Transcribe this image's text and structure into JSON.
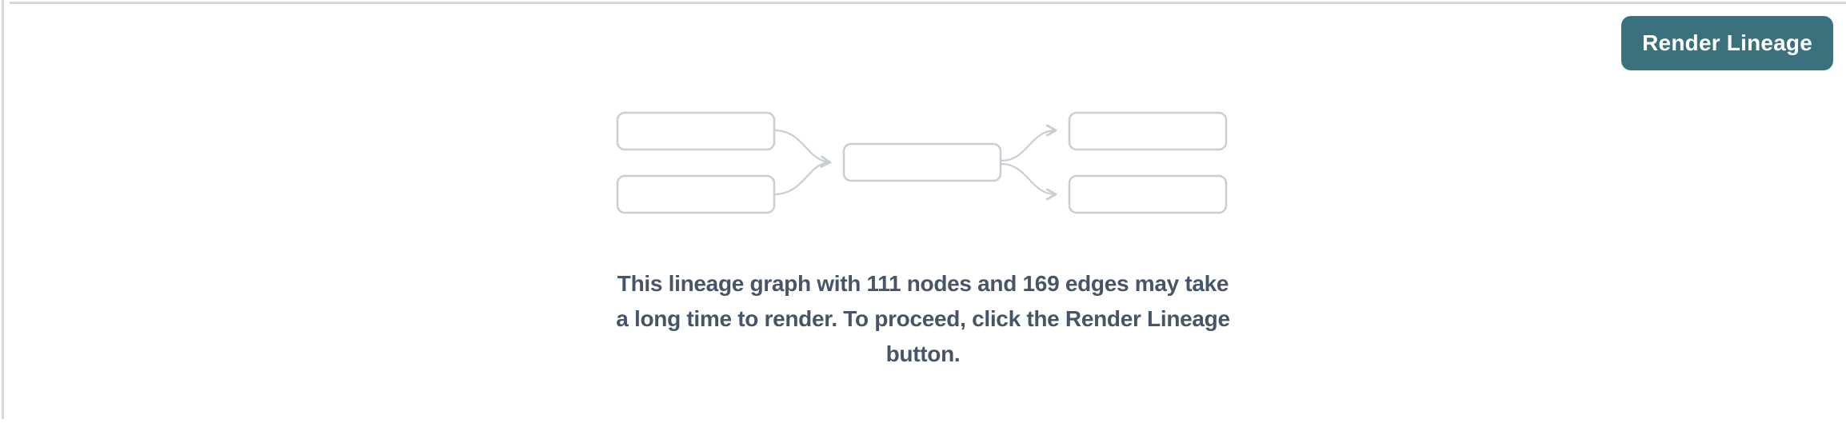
{
  "colors": {
    "page_bg": "#ffffff",
    "panel_border": "#d8d8dc",
    "accent_teal": "#3a717c",
    "button_text": "#ffffff",
    "message_text": "#475569",
    "illustration_stroke": "#c9cdd6",
    "illustration_fill": "#ffffff"
  },
  "toolbar": {
    "render_lineage_label": "Render Lineage"
  },
  "empty_state": {
    "node_count": "111",
    "edge_count": "169",
    "message_lines": [
      "This lineage graph with 111 nodes and 169 edges may take",
      "a long time to render. To proceed, click the Render Lineage",
      "button."
    ],
    "illustration": {
      "upstream_nodes": 2,
      "center_nodes": 1,
      "downstream_nodes": 2,
      "edges": 4
    }
  }
}
